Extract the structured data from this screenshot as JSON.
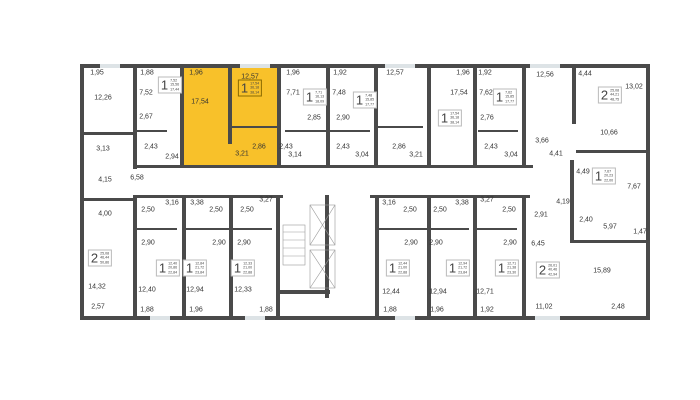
{
  "colors": {
    "wall": "#4a4a4a",
    "highlight": "#f8c12a",
    "window": "#dde3e6"
  },
  "room_labels": [
    "1,95",
    "12,26",
    "1,88",
    "7,52",
    "2,67",
    "2,43",
    "2,94",
    "3,13",
    "4,15",
    "6,58",
    "1,96",
    "17,54",
    "12,57",
    "2,86",
    "3,21",
    "1,96",
    "7,71",
    "2,85",
    "2,43",
    "3,14",
    "1,92",
    "7,48",
    "2,90",
    "2,43",
    "3,04",
    "12,57",
    "2,86",
    "3,21",
    "1,96",
    "17,54",
    "1,92",
    "7,62",
    "2,76",
    "2,43",
    "3,04",
    "12,56",
    "4,44",
    "13,02",
    "10,66",
    "3,66",
    "4,41",
    "4,49",
    "7,67",
    "4,19",
    "2,91",
    "2,40",
    "5,97",
    "1,47",
    "6,45",
    "15,89",
    "11,02",
    "2,48",
    "4,00",
    "3,16",
    "2,50",
    "2,90",
    "3,38",
    "2,50",
    "2,90",
    "2,50",
    "2,90",
    "3,27",
    "14,32",
    "2,57",
    "12,40",
    "1,88",
    "12,94",
    "1,96",
    "12,33",
    "1,88",
    "3,16",
    "2,50",
    "2,90",
    "2,50",
    "2,90",
    "3,38",
    "3,27",
    "2,50",
    "2,90",
    "12,44",
    "1,88",
    "12,94",
    "1,96",
    "12,71",
    "1,92"
  ],
  "apartments": [
    {
      "rooms": "1",
      "areas": [
        "7,52",
        "15,56",
        "17,44"
      ]
    },
    {
      "rooms": "1",
      "areas": [
        "17,54",
        "36,18",
        "38,14"
      ],
      "selected": true
    },
    {
      "rooms": "1",
      "areas": [
        "7,71",
        "16,13",
        "18,09"
      ]
    },
    {
      "rooms": "1",
      "areas": [
        "7,48",
        "15,85",
        "17,77"
      ]
    },
    {
      "rooms": "1",
      "areas": [
        "17,54",
        "36,18",
        "38,14"
      ]
    },
    {
      "rooms": "1",
      "areas": [
        "7,62",
        "15,85",
        "17,77"
      ]
    },
    {
      "rooms": "2",
      "areas": [
        "25,08",
        "44,21",
        "48,75"
      ]
    },
    {
      "rooms": "1",
      "areas": [
        "7,67",
        "20,23",
        "22,00"
      ]
    },
    {
      "rooms": "2",
      "areas": [
        "25,08",
        "46,44",
        "50,86"
      ]
    },
    {
      "rooms": "1",
      "areas": [
        "12,40",
        "20,86",
        "22,84"
      ]
    },
    {
      "rooms": "1",
      "areas": [
        "12,84",
        "21,72",
        "23,84"
      ]
    },
    {
      "rooms": "1",
      "areas": [
        "12,33",
        "21,00",
        "22,88"
      ]
    },
    {
      "rooms": "1",
      "areas": [
        "12,44",
        "21,00",
        "22,88"
      ]
    },
    {
      "rooms": "1",
      "areas": [
        "12,94",
        "21,72",
        "23,84"
      ]
    },
    {
      "rooms": "1",
      "areas": [
        "12,71",
        "21,38",
        "23,30"
      ]
    },
    {
      "rooms": "2",
      "areas": [
        "26,01",
        "40,46",
        "42,94"
      ]
    }
  ]
}
